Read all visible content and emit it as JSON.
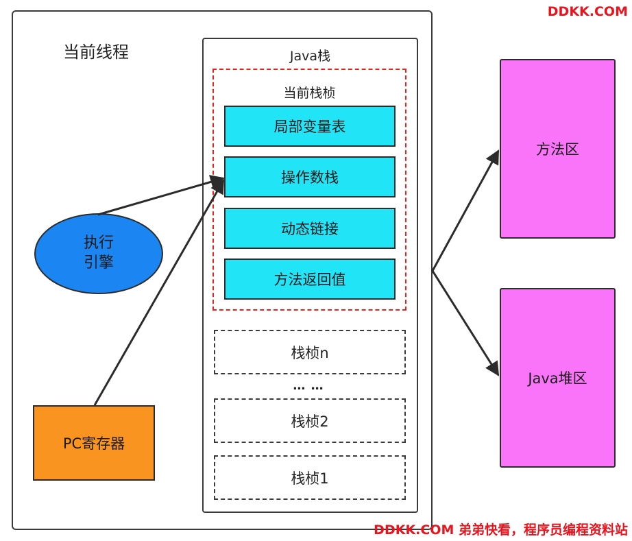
{
  "watermark_top": "DDKK.COM",
  "watermark_bottom": "DDKK.COM 弟弟快看，程序员编程资料站",
  "thread": {
    "title": "当前线程"
  },
  "java_stack": {
    "title": "Java栈",
    "current_frame": {
      "title": "当前栈桢",
      "items": [
        "局部变量表",
        "操作数栈",
        "动态链接",
        "方法返回值"
      ]
    },
    "other_frames": [
      "栈桢n",
      "栈桢2",
      "栈桢1"
    ],
    "ellipsis": "… …"
  },
  "engine": {
    "line1": "执行",
    "line2": "引擎"
  },
  "pc_register": "PC寄存器",
  "method_area": "方法区",
  "java_heap": "Java堆区",
  "colors": {
    "frame_item": "#21e4f7",
    "engine": "#1b86f1",
    "pc_register": "#fa9421",
    "memory_area": "#fa74fa",
    "current_frame_border": "#e8231d",
    "watermark": "#e8141e"
  }
}
